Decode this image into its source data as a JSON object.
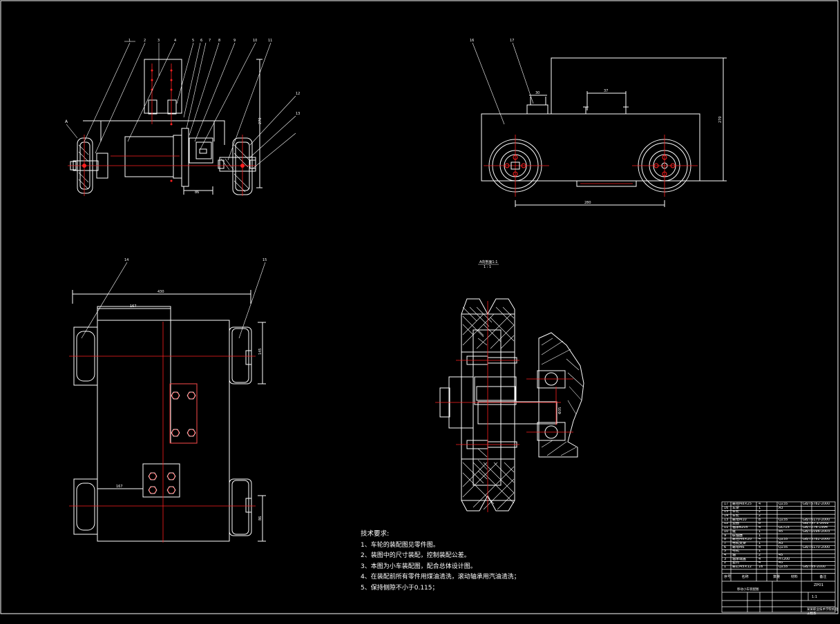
{
  "callouts_top_left": [
    "1",
    "2",
    "3",
    "4",
    "5",
    "6",
    "7",
    "8",
    "9",
    "10",
    "11",
    "12",
    "13"
  ],
  "callout_A": "A",
  "callouts_top_right": [
    "16",
    "17"
  ],
  "callouts_bottom_left": [
    "14",
    "15"
  ],
  "dimensions": {
    "tl_height": "270",
    "tl_width": "86",
    "tr_spacing_a": "30",
    "tr_spacing_b": "37",
    "tr_height": "270",
    "tr_wheelbase": "280",
    "bl_overall": "430",
    "bl_offset_top": "167",
    "bl_offset_bottom": "167",
    "bl_right_a": "145",
    "bl_right_b": "86",
    "sec_bore": "Φ35"
  },
  "section_label": "A向剖面1:1",
  "section_scale": "1 : 1",
  "tech_notes": {
    "title": "技术要求:",
    "items": [
      "1、车轮的装配图见零件图。",
      "2、装图中的尺寸装配，控制装配公差。",
      "3、本图为小车装配图，配合总体设计图。",
      "4、在装配前所有零件用煤油清洗，滚动轴承用汽油清洗；",
      "5、保持侧隙不小于0.115；"
    ]
  },
  "title_block": {
    "rows": [
      {
        "no": "17",
        "name": "螺栓M8×25",
        "qty": "4",
        "mat": "Q235",
        "std": "GB/T5782-2000"
      },
      {
        "no": "16",
        "name": "车架",
        "qty": "1",
        "mat": "A3",
        "std": ""
      },
      {
        "no": "15",
        "name": "车轮",
        "qty": "2",
        "mat": "",
        "std": ""
      },
      {
        "no": "14",
        "name": "车轮",
        "qty": "2",
        "mat": "",
        "std": ""
      },
      {
        "no": "13",
        "name": "螺母M10",
        "qty": "8",
        "mat": "Q235",
        "std": "GB/T6170-2000"
      },
      {
        "no": "12",
        "name": "垫圈",
        "qty": "8",
        "mat": "",
        "std": "GB/T97.1-2002"
      },
      {
        "no": "11",
        "name": "轴承6205",
        "qty": "4",
        "mat": "GCr15",
        "std": "GB/T276-1994"
      },
      {
        "no": "10",
        "name": "键",
        "qty": "1",
        "mat": "45",
        "std": "GB/T1096-2003"
      },
      {
        "no": "9",
        "name": "联轴器",
        "qty": "1",
        "mat": "",
        "std": ""
      },
      {
        "no": "8",
        "name": "螺栓M6×20",
        "qty": "4",
        "mat": "Q235",
        "std": "GB/T5782-2000"
      },
      {
        "no": "7",
        "name": "电机支架",
        "qty": "1",
        "mat": "A3",
        "std": ""
      },
      {
        "no": "6",
        "name": "螺母M6",
        "qty": "4",
        "mat": "Q235",
        "std": "GB/T6170-2000"
      },
      {
        "no": "5",
        "name": "电机",
        "qty": "1",
        "mat": "",
        "std": ""
      },
      {
        "no": "4",
        "name": "轴",
        "qty": "2",
        "mat": "45",
        "std": ""
      },
      {
        "no": "3",
        "name": "轴承端盖",
        "qty": "4",
        "mat": "HT200",
        "std": ""
      },
      {
        "no": "2",
        "name": "套筒",
        "qty": "4",
        "mat": "45",
        "std": ""
      },
      {
        "no": "1",
        "name": "螺钉M5×12",
        "qty": "16",
        "mat": "Q235",
        "std": "GB/T65-2000"
      }
    ],
    "header": {
      "no": "序号",
      "name": "名称",
      "qty": "数量",
      "mat": "材料",
      "std": "备注"
    },
    "drawing_name": "移动小车装配图",
    "drawing_no": "ZP01",
    "scale": "1:1",
    "organization": "某某职业技术学院机电工程系"
  },
  "colors": {
    "line": "#ffffff",
    "center": "#ff2020",
    "hatch": "#ffffff",
    "bg": "#000000"
  }
}
